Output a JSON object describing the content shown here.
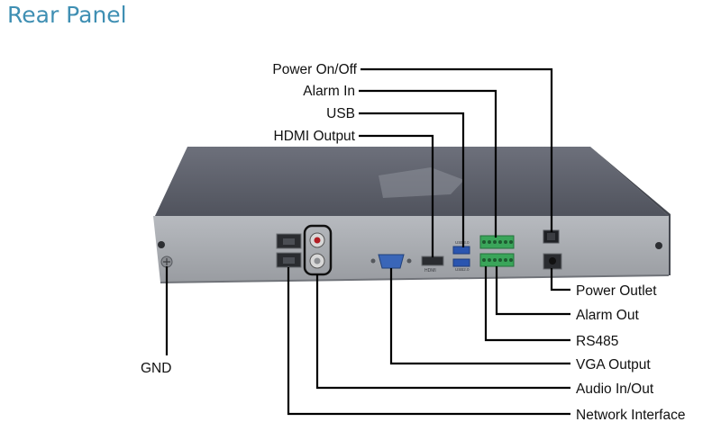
{
  "title": "Rear Panel",
  "callouts": {
    "power_on_off": "Power On/Off",
    "alarm_in": "Alarm In",
    "usb": "USB",
    "hdmi_output": "HDMI Output",
    "gnd": "GND",
    "power_outlet": "Power Outlet",
    "alarm_out": "Alarm Out",
    "rs485": "RS485",
    "vga_output": "VGA Output",
    "audio_in_out": "Audio In/Out",
    "network_interface": "Network Interface"
  },
  "panel_marks": {
    "hdmi": "HDMI",
    "usb1": "USB3.0",
    "usb2": "USB2.0"
  },
  "colors": {
    "title": "#3f8fb3",
    "top_cover": "#5d606b",
    "back_plate": "#a8abb0",
    "terminal_block": "#3aa55a",
    "leader_line": "#000000"
  }
}
